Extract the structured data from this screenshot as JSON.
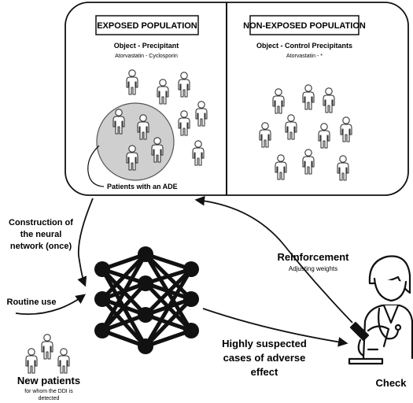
{
  "panel_left": {
    "title": "EXPOSED POPULATION",
    "object_line": "Object - Precipitant",
    "drugs_line": "Atorvastatin - Cyclosporin",
    "ade_label": "Patients with an ADE"
  },
  "panel_right": {
    "title": "NON-EXPOSED POPULATION",
    "object_line": "Object - Control Precipitants",
    "drugs_line": "Atorvastatin - *"
  },
  "labels": {
    "construction_1": "Construction of",
    "construction_2": "the neural",
    "construction_3": "network (once)",
    "routine_use": "Routine use",
    "new_patients": "New patients",
    "new_patients_sub_1": "for whom the DDI is",
    "new_patients_sub_2": "detected",
    "reinforcement": "Reinforcement",
    "adjusting_weights": "Adjusting weights",
    "suspected_1": "Highly suspected",
    "suspected_2": "cases of adverse",
    "suspected_3": "effect",
    "check": "Check"
  },
  "icons": {
    "person": "person-icon",
    "network": "neural-network-icon",
    "doctor": "doctor-with-microscope-icon"
  },
  "colors": {
    "ade_circle_fill": "#cfcfcf",
    "stroke": "#111111"
  }
}
